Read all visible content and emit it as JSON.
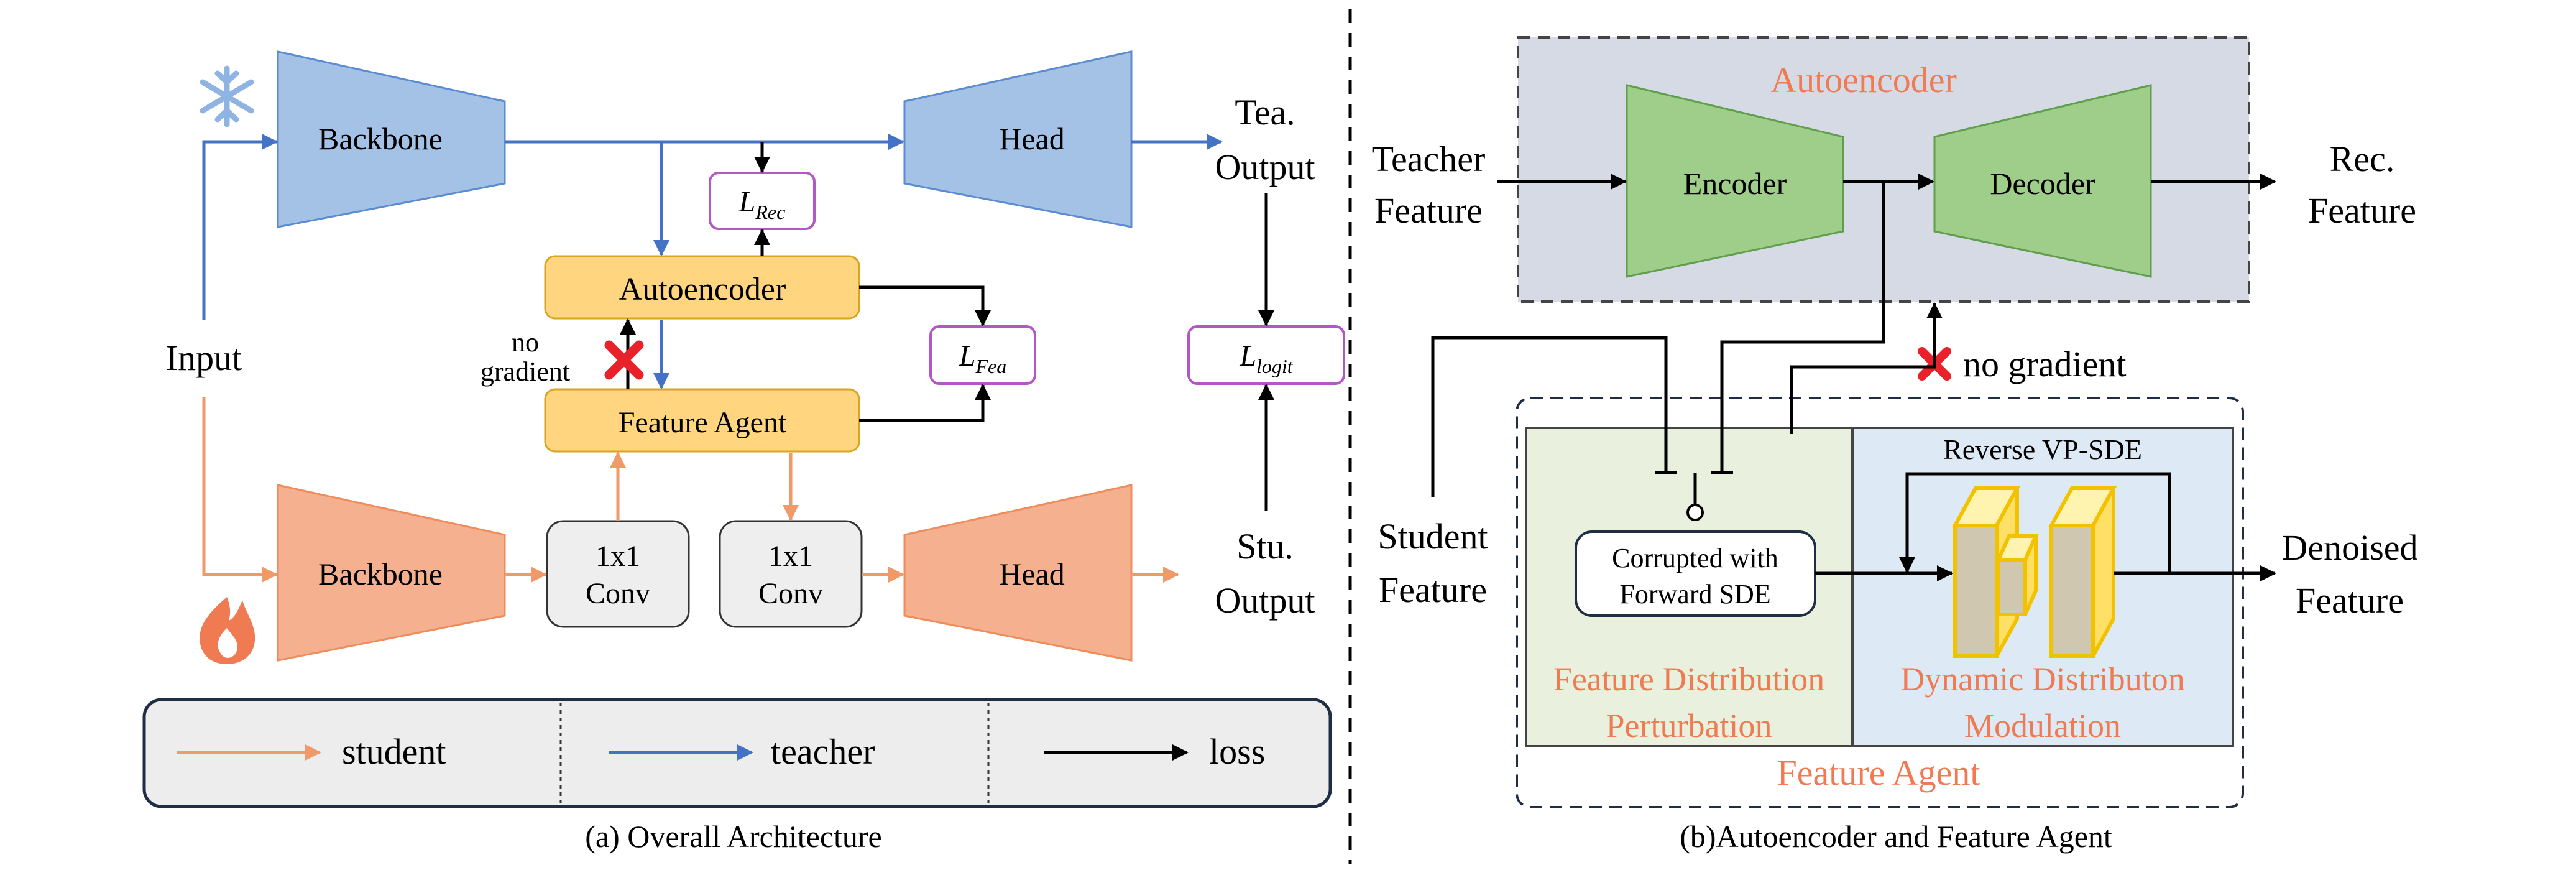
{
  "panel_a": {
    "caption": "(a) Overall Architecture",
    "input_label": "Input",
    "teacher_backbone": "Backbone",
    "teacher_head": "Head",
    "teacher_output": [
      "Tea.",
      "Output"
    ],
    "student_backbone": "Backbone",
    "student_head": "Head",
    "student_output": [
      "Stu.",
      "Output"
    ],
    "conv1": [
      "1x1",
      "Conv"
    ],
    "conv2": [
      "1x1",
      "Conv"
    ],
    "autoencoder": "Autoencoder",
    "feature_agent": "Feature Agent",
    "loss_rec": {
      "base": "L",
      "sub": "Rec"
    },
    "loss_fea": {
      "base": "L",
      "sub": "Fea"
    },
    "loss_logit": {
      "base": "L",
      "sub": "logit"
    },
    "no_gradient": [
      "no",
      "gradient"
    ],
    "legend": {
      "student": "student",
      "teacher": "teacher",
      "loss": "loss"
    }
  },
  "panel_b": {
    "caption": "(b)Autoencoder and Feature Agent",
    "autoencoder_title": "Autoencoder",
    "encoder": "Encoder",
    "decoder": "Decoder",
    "teacher_feature": [
      "Teacher",
      "Feature"
    ],
    "rec_feature": [
      "Rec.",
      "Feature"
    ],
    "student_feature": [
      "Student",
      "Feature"
    ],
    "no_gradient": "no gradient",
    "reverse_sde": "Reverse VP-SDE",
    "corrupted": [
      "Corrupted with",
      "Forward SDE"
    ],
    "fdp": [
      "Feature Distribution",
      "Perturbation"
    ],
    "ddm": [
      "Dynamic Distributon",
      "Modulation"
    ],
    "feature_agent_title": "Feature Agent",
    "denoised_feature": [
      "Denoised",
      "Feature"
    ]
  },
  "colors": {
    "teacher_blue": "#a4c2e6",
    "teacher_line": "#4472c4",
    "student_orange": "#f4b08f",
    "student_line": "#f09a6a",
    "agent_yellow": "#ffd580",
    "loss_purple": "#b455c8",
    "encoder_green": "#9fcd8a",
    "accent_red": "#f07a52"
  }
}
